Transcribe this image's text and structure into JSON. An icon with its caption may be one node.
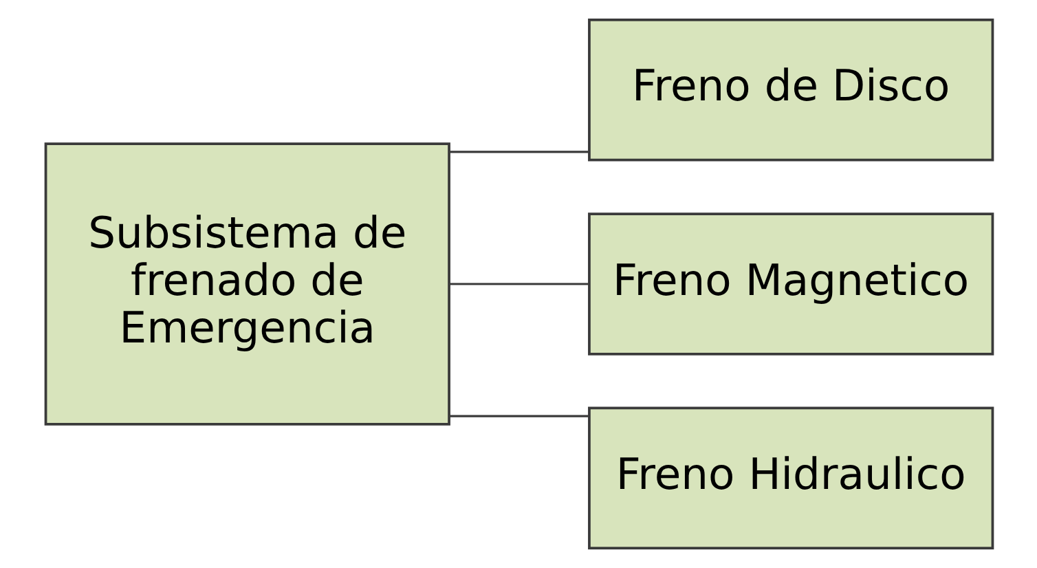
{
  "diagram": {
    "nodes": [
      {
        "text": [
          "Subsistema de frenado de Emergencia"
        ]
      },
      {
        "text": [
          "Freno de Disco"
        ]
      },
      {
        "text": [
          "Freno Magnetico"
        ]
      },
      {
        "text": [
          "Freno Hidraulico"
        ]
      }
    ],
    "edges": [
      {
        "from": 0,
        "to": 1,
        "arrow": "none"
      },
      {
        "from": 0,
        "to": 2,
        "arrow": "none"
      },
      {
        "from": 0,
        "to": 3,
        "arrow": "none"
      }
    ]
  }
}
